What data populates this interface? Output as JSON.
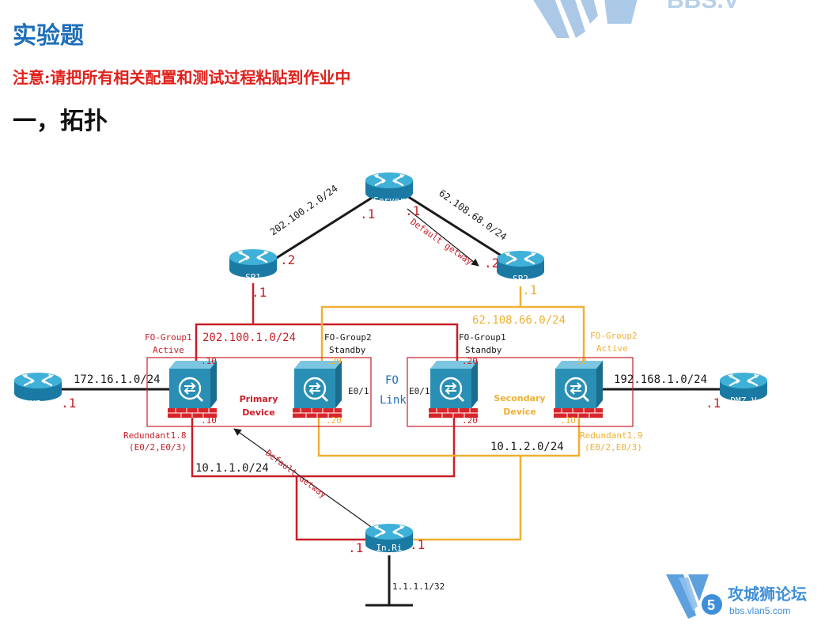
{
  "page": {
    "title": "实验题",
    "notice": "注意:请把所有相关配置和测试过程粘贴到作业中",
    "section_heading": "一，拓扑"
  },
  "colors": {
    "red_link": "#c81e28",
    "yellow_link": "#f0b032",
    "black_link": "#1a1a1a",
    "router_fill": "#2a9bc4",
    "firewall_fill": "#2a8fb4",
    "title_blue": "#1f6fb8",
    "notice_red": "#e0201b",
    "watermark_blue": "#3f8fd8"
  },
  "watermark": {
    "top_text": "BBS.V",
    "brand": "攻城狮论坛",
    "url": "bbs.vlan5.com",
    "logo_number": "5"
  },
  "devices": {
    "server": "Server",
    "sp1": "SP1",
    "sp2": "SP2",
    "dmz_a": "DMZ.A",
    "dmz_v": "DMZ.V",
    "inside": "In.Ri"
  },
  "boxes": {
    "primary": "Primary\nDevice",
    "secondary": "Secondary\nDevice"
  },
  "labels": {
    "net_202_100_2": "202.100.2.0/24",
    "net_62_108_68": "62.108.68.0/24",
    "default_gateway_top": "Default getway",
    "server_dot1_left": ".1",
    "server_dot1_right": ".1",
    "sp1_dot2": ".2",
    "sp2_dot2": ".2",
    "sp1_dot1": ".1",
    "sp2_dot1": ".1",
    "net_62_108_66": "62.108.66.0/24",
    "net_202_100_1": "202.100.1.0/24",
    "fo_group1_active": "FO-Group1",
    "active_left": "Active",
    "fo_group2_standby": "FO-Group2",
    "standby_left": "Standby",
    "fo_group1_standby": "FO-Group1",
    "standby_right": "Standby",
    "fo_group2_active": "FO-Group2",
    "active_right": "Active",
    "net_172_16_1": "172.16.1.0/24",
    "dmz_a_dot1": ".1",
    "net_192_168_1": "192.168.1.0/24",
    "dmz_v_dot1": ".1",
    "fw1_top": ".10",
    "fw1_bottom": ".10",
    "fw2_top": ".20",
    "fw2_bottom": ".20",
    "fw3_top": ".20",
    "fw3_bottom": ".20",
    "fw4_top": ".10",
    "fw4_bottom": ".10",
    "e01_left": "E0/1",
    "e01_right": "E0/1",
    "fo_link_1": "FO",
    "fo_link_2": "Link",
    "redundant_left": "Redundant1.8",
    "redundant_left_ports": "(E0/2,E0/3)",
    "redundant_right": "Redundant1.9",
    "redundant_right_ports": "(E0/2,E0/3)",
    "net_10_1_1": "10.1.1.0/24",
    "net_10_1_2": "10.1.2.0/24",
    "default_gateway_bottom": "Default Getway",
    "inside_dot1_left": ".1",
    "inside_dot1_right": ".1",
    "loopback": "1.1.1.1/32"
  }
}
